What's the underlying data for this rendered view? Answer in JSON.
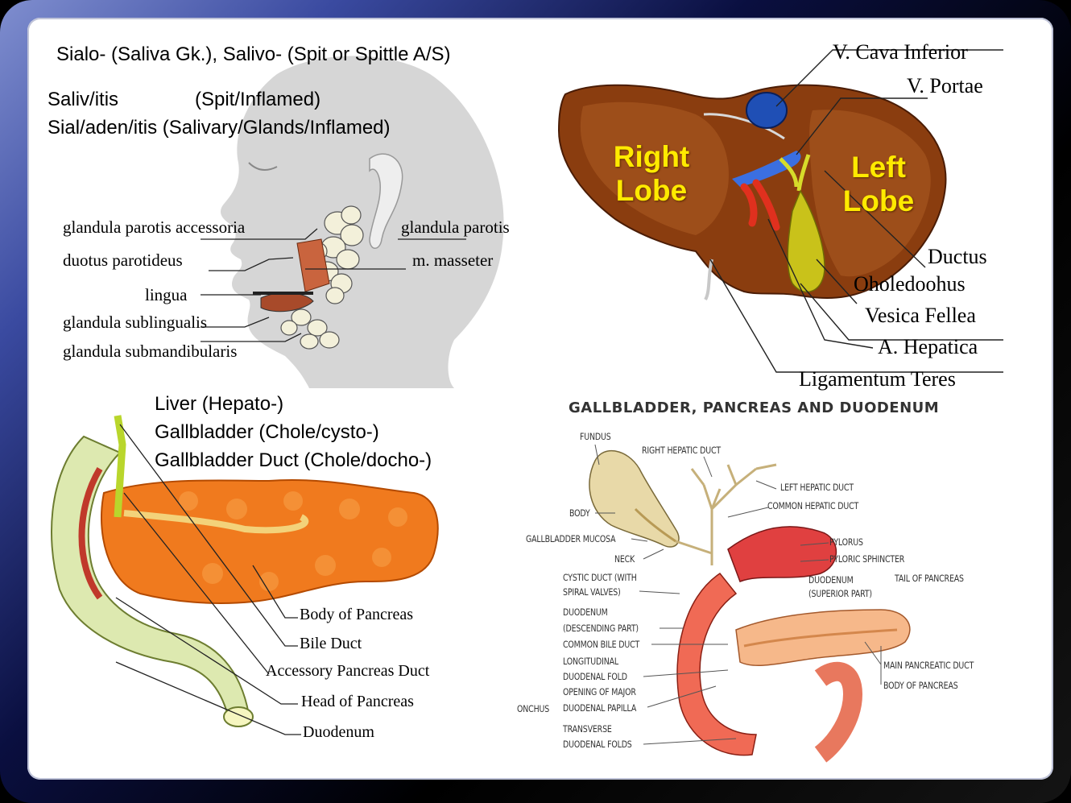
{
  "slide": {
    "header_line": "Sialo- (Saliva Gk.),   Salivo- (Spit or Spittle A/S)",
    "salivitis_term": "Saliv/itis",
    "salivitis_meaning": "(Spit/Inflamed)",
    "sialadenitis": "Sial/aden/itis (Salivary/Glands/Inflamed)",
    "liver_terms": [
      "Liver (Hepato-)",
      "Gallbladder  (Chole/cysto-)",
      "Gallbladder  Duct (Chole/docho-)"
    ]
  },
  "head_diagram": {
    "labels": {
      "parotis_accessoria": "glandula parotis accessoria",
      "parotis": "glandula parotis",
      "duotus": "duotus parotideus",
      "masseter": "m. masseter",
      "lingua": "lingua",
      "sublingualis": "glandula sublingualis",
      "submandibularis": "glandula submandibularis"
    }
  },
  "liver_diagram": {
    "right_lobe": "Right Lobe",
    "left_lobe": "Left Lobe",
    "labels": {
      "cava": "V. Cava Inferior",
      "portae": "V. Portae",
      "ductus": "Ductus",
      "choledochus": "Oholedoohus",
      "vesica": "Vesica Fellea",
      "hepatica": "A. Hepatica",
      "teres": "Ligamentum Teres"
    }
  },
  "pancreas_diagram": {
    "labels": {
      "body": "Body of Pancreas",
      "bile": "Bile Duct",
      "accessory": "Accessory Pancreas Duct",
      "head": "Head of Pancreas",
      "duodenum": "Duodenum"
    }
  },
  "gb_diagram": {
    "title": "GALLBLADDER, PANCREAS AND DUODENUM",
    "labels": {
      "fundus": "FUNDUS",
      "right_hepatic": "RIGHT HEPATIC DUCT",
      "left_hepatic": "LEFT HEPATIC DUCT",
      "common_hepatic": "COMMON HEPATIC DUCT",
      "body": "BODY",
      "mucosa": "GALLBLADDER MUCOSA",
      "neck": "NECK",
      "pylorus": "PYLORUS",
      "pyloric_sphincter": "PYLORIC SPHINCTER",
      "cystic_1": "CYSTIC DUCT (WITH",
      "cystic_2": "SPIRAL VALVES)",
      "duodenum_sup_1": "DUODENUM",
      "duodenum_sup_2": "(SUPERIOR PART)",
      "tail": "TAIL OF PANCREAS",
      "duodenum_desc_1": "DUODENUM",
      "duodenum_desc_2": "(DESCENDING PART)",
      "common_bile": "COMMON BILE DUCT",
      "longitudinal_1": "LONGITUDINAL",
      "longitudinal_2": "DUODENAL FOLD",
      "opening_1": "OPENING OF MAJOR",
      "onchus": "ONCHUS",
      "papilla": "DUODENAL PAPILLA",
      "main_duct": "MAIN PANCREATIC DUCT",
      "body_pancreas": "BODY OF PANCREAS",
      "transverse_1": "TRANSVERSE",
      "transverse_2": "DUODENAL FOLDS"
    }
  },
  "colors": {
    "lobe_label": "#ffea00",
    "liver": "#8a3d0f",
    "gallbladder": "#c9c21a",
    "pancreas": "#f07a1e",
    "head": "#d6d6d6"
  }
}
